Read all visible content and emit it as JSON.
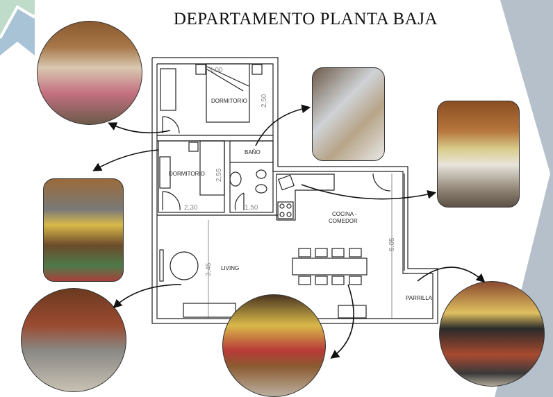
{
  "title": "DEPARTAMENTO PLANTA BAJA",
  "rooms": {
    "dormitorio_1": "DORMITORIO",
    "dormitorio_2": "DORMITORIO",
    "bano": "BAÑO",
    "cocina_line1": "COCINA -",
    "cocina_line2": "COMEDOR",
    "living": "LIVING",
    "parrilla": "PARRILLA"
  },
  "dimensions": {
    "dorm1_width": "4,00",
    "dorm1_depth": "2,50",
    "dorm2_depth": "2,55",
    "dorm2_width": "2,30",
    "bano_width": "1,50",
    "living_depth": "3,45",
    "cocina_depth": "5,05"
  },
  "colors": {
    "corner_blue": "#a9c3d6",
    "corner_green": "#bfdccb",
    "side_gray": "#b6c0cb",
    "wood": "#9a6a3a",
    "wall_yellow": "#d9b94a"
  }
}
